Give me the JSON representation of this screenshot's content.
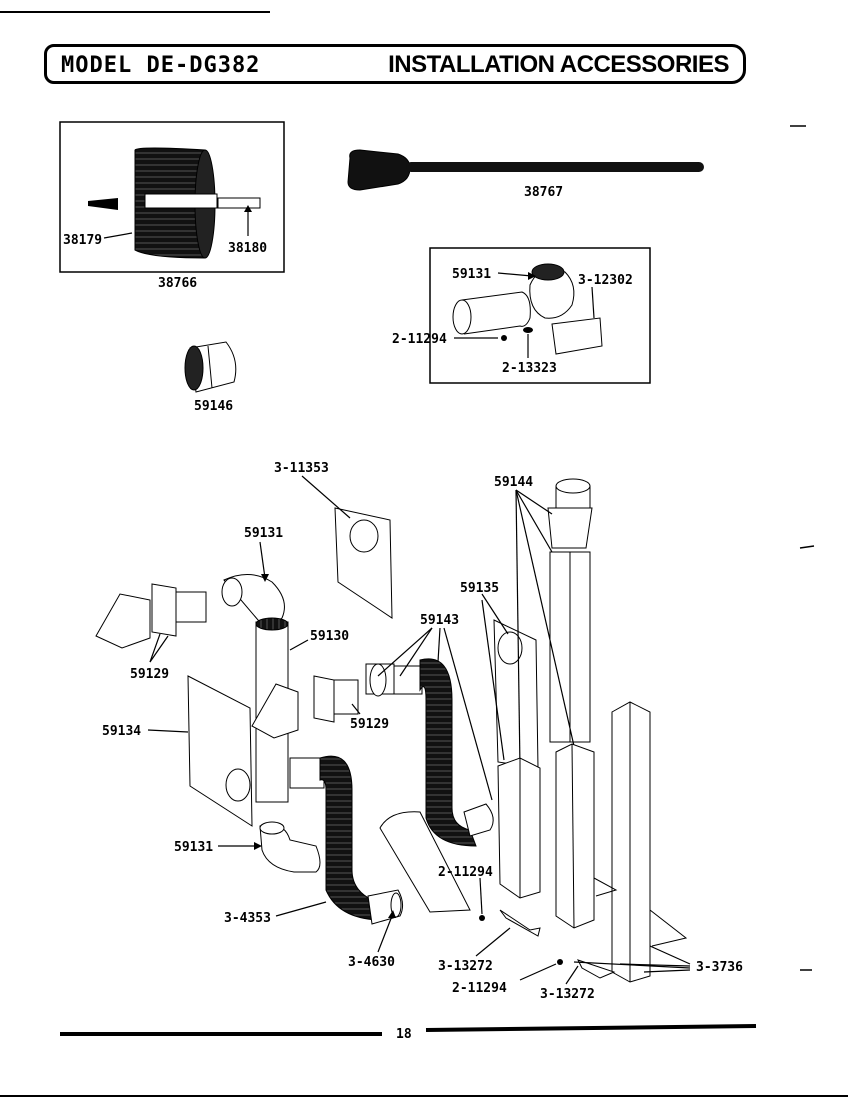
{
  "header": {
    "model": "MODEL DE-DG382",
    "section": "INSTALLATION ACCESSORIES"
  },
  "labels": {
    "p38179": "38179",
    "p38180": "38180",
    "p38766": "38766",
    "p38767": "38767",
    "p59146": "59146",
    "kit_59131": "59131",
    "kit_3_12302": "3-12302",
    "kit_2_11294": "2-11294",
    "kit_2_13323": "2-13323",
    "p3_11353": "3-11353",
    "p59131_top": "59131",
    "p59129_left": "59129",
    "p59130": "59130",
    "p59134": "59134",
    "p59129_mid": "59129",
    "p59143": "59143",
    "p59135": "59135",
    "p59144": "59144",
    "p59131_bottom": "59131",
    "p3_4353": "3-4353",
    "p3_4630": "3-4630",
    "p2_11294_a": "2-11294",
    "p3_13272_a": "3-13272",
    "p2_11294_b": "2-11294",
    "p3_13272_b": "3-13272",
    "p3_3736": "3-3736"
  },
  "footer": {
    "page_number": "18"
  }
}
